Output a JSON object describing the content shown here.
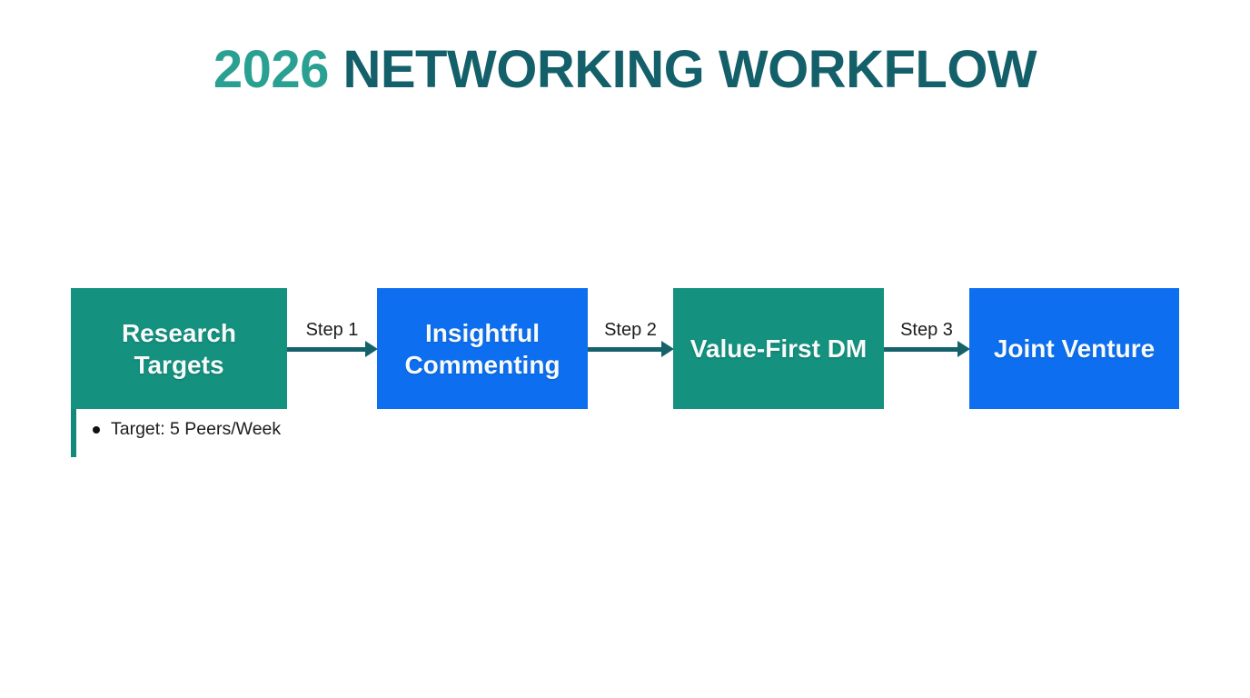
{
  "title": {
    "year": "2026",
    "rest": "NETWORKING WORKFLOW"
  },
  "flow": {
    "nodes": [
      {
        "label": "Research Targets",
        "color": "#14917f"
      },
      {
        "label": "Insightful Commenting",
        "color": "#0d6ff0"
      },
      {
        "label": "Value-First DM",
        "color": "#14917f"
      },
      {
        "label": "Joint Venture",
        "color": "#0d6ff0"
      }
    ],
    "steps": [
      {
        "label": "Step 1"
      },
      {
        "label": "Step 2"
      },
      {
        "label": "Step 3"
      }
    ]
  },
  "annotation": {
    "text": "Target: 5 Peers/Week"
  },
  "colors": {
    "title_year": "#2aa092",
    "title_rest": "#14606a",
    "teal_box": "#14917f",
    "blue_box": "#0d6ff0",
    "arrow": "#15626b",
    "annotation_tick": "#14897b",
    "text_dark": "#1c1c1c",
    "background": "#ffffff"
  }
}
